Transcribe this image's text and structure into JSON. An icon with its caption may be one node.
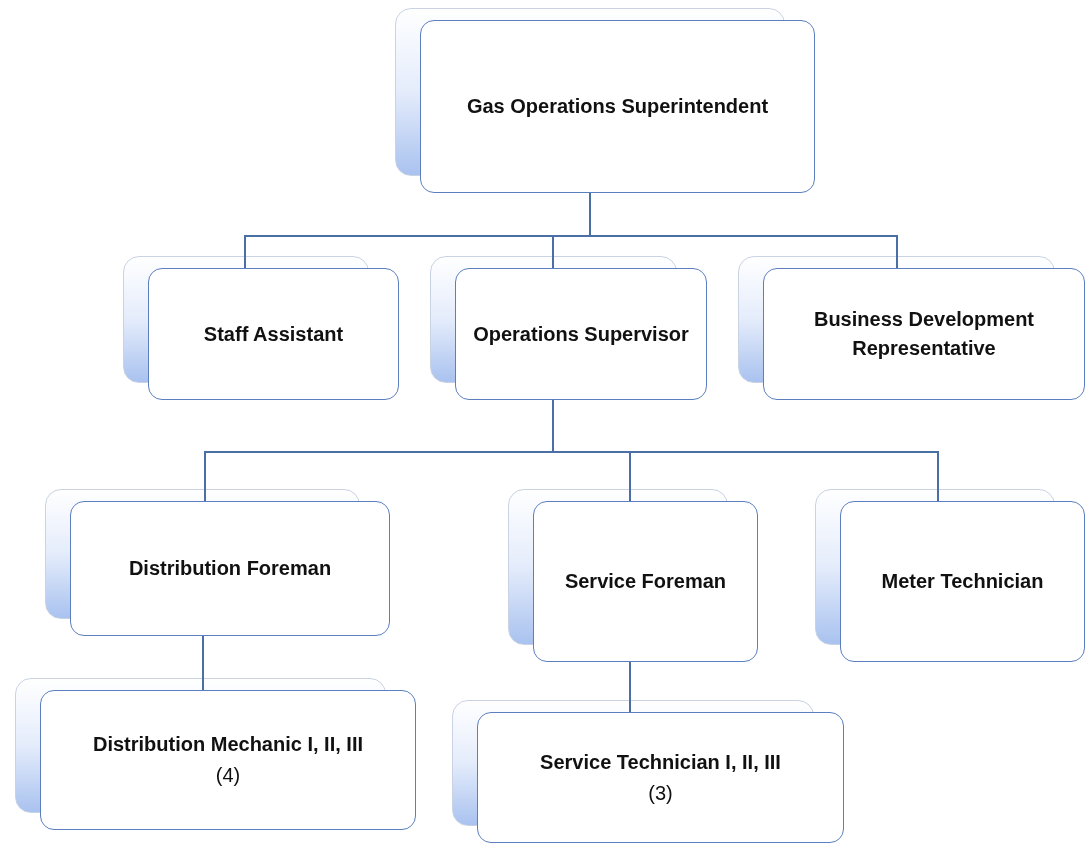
{
  "diagram": {
    "nodes": [
      {
        "text": [
          "Gas Operations Superintendent"
        ]
      },
      {
        "text": [
          "Staff Assistant"
        ]
      },
      {
        "text": [
          "Operations Supervisor"
        ]
      },
      {
        "text": [
          "Business Development Representative"
        ]
      },
      {
        "text": [
          "Distribution Foreman"
        ]
      },
      {
        "text": [
          "Service Foreman"
        ]
      },
      {
        "text": [
          "Meter Technician"
        ]
      },
      {
        "text": [
          "Distribution Mechanic I, II, III",
          "(4)"
        ]
      },
      {
        "text": [
          "Service Technician I, II, III",
          "(3)"
        ]
      }
    ],
    "edges": [
      {
        "from": 0,
        "to": 1,
        "arrow": "none"
      },
      {
        "from": 0,
        "to": 2,
        "arrow": "none"
      },
      {
        "from": 0,
        "to": 3,
        "arrow": "none"
      },
      {
        "from": 2,
        "to": 4,
        "arrow": "none"
      },
      {
        "from": 2,
        "to": 5,
        "arrow": "none"
      },
      {
        "from": 2,
        "to": 6,
        "arrow": "none"
      },
      {
        "from": 4,
        "to": 7,
        "arrow": "none"
      },
      {
        "from": 5,
        "to": 8,
        "arrow": "none"
      }
    ]
  }
}
